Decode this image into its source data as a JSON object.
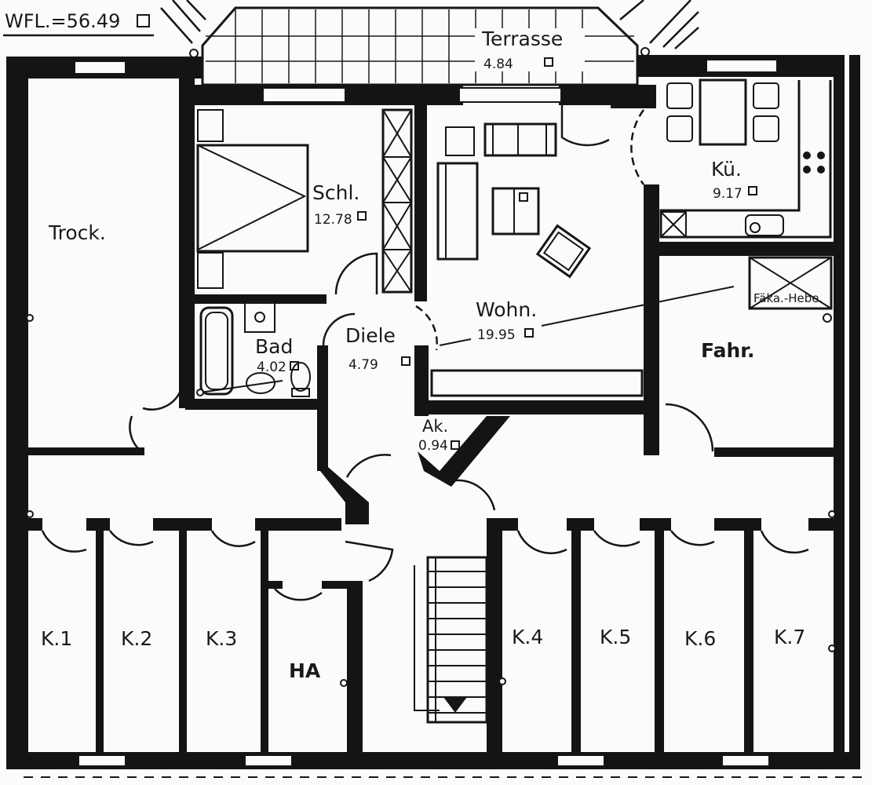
{
  "header": {
    "area_label": "WFL.=56.49"
  },
  "rooms": {
    "terrace": {
      "name": "Terrasse",
      "area": "4.84"
    },
    "trock": {
      "name": "Trock."
    },
    "schl": {
      "name": "Schl.",
      "area": "12.78"
    },
    "wohn": {
      "name": "Wohn.",
      "area": "19.95"
    },
    "kue": {
      "name": "Kü.",
      "area": "9.17"
    },
    "bad": {
      "name": "Bad",
      "area": "4.02"
    },
    "diele": {
      "name": "Diele",
      "area": "4.79"
    },
    "ak": {
      "name": "Ak.",
      "area": "0.94"
    },
    "fahr": {
      "name": "Fahr."
    },
    "faeka": {
      "name": "Fäka.-Hebe."
    },
    "k1": {
      "name": "K.1"
    },
    "k2": {
      "name": "K.2"
    },
    "k3": {
      "name": "K.3"
    },
    "ha": {
      "name": "HA"
    },
    "k4": {
      "name": "K.4"
    },
    "k5": {
      "name": "K.5"
    },
    "k6": {
      "name": "K.6"
    },
    "k7": {
      "name": "K.7"
    }
  },
  "colors": {
    "ink": "#141414",
    "paper": "#fbfbfb"
  }
}
